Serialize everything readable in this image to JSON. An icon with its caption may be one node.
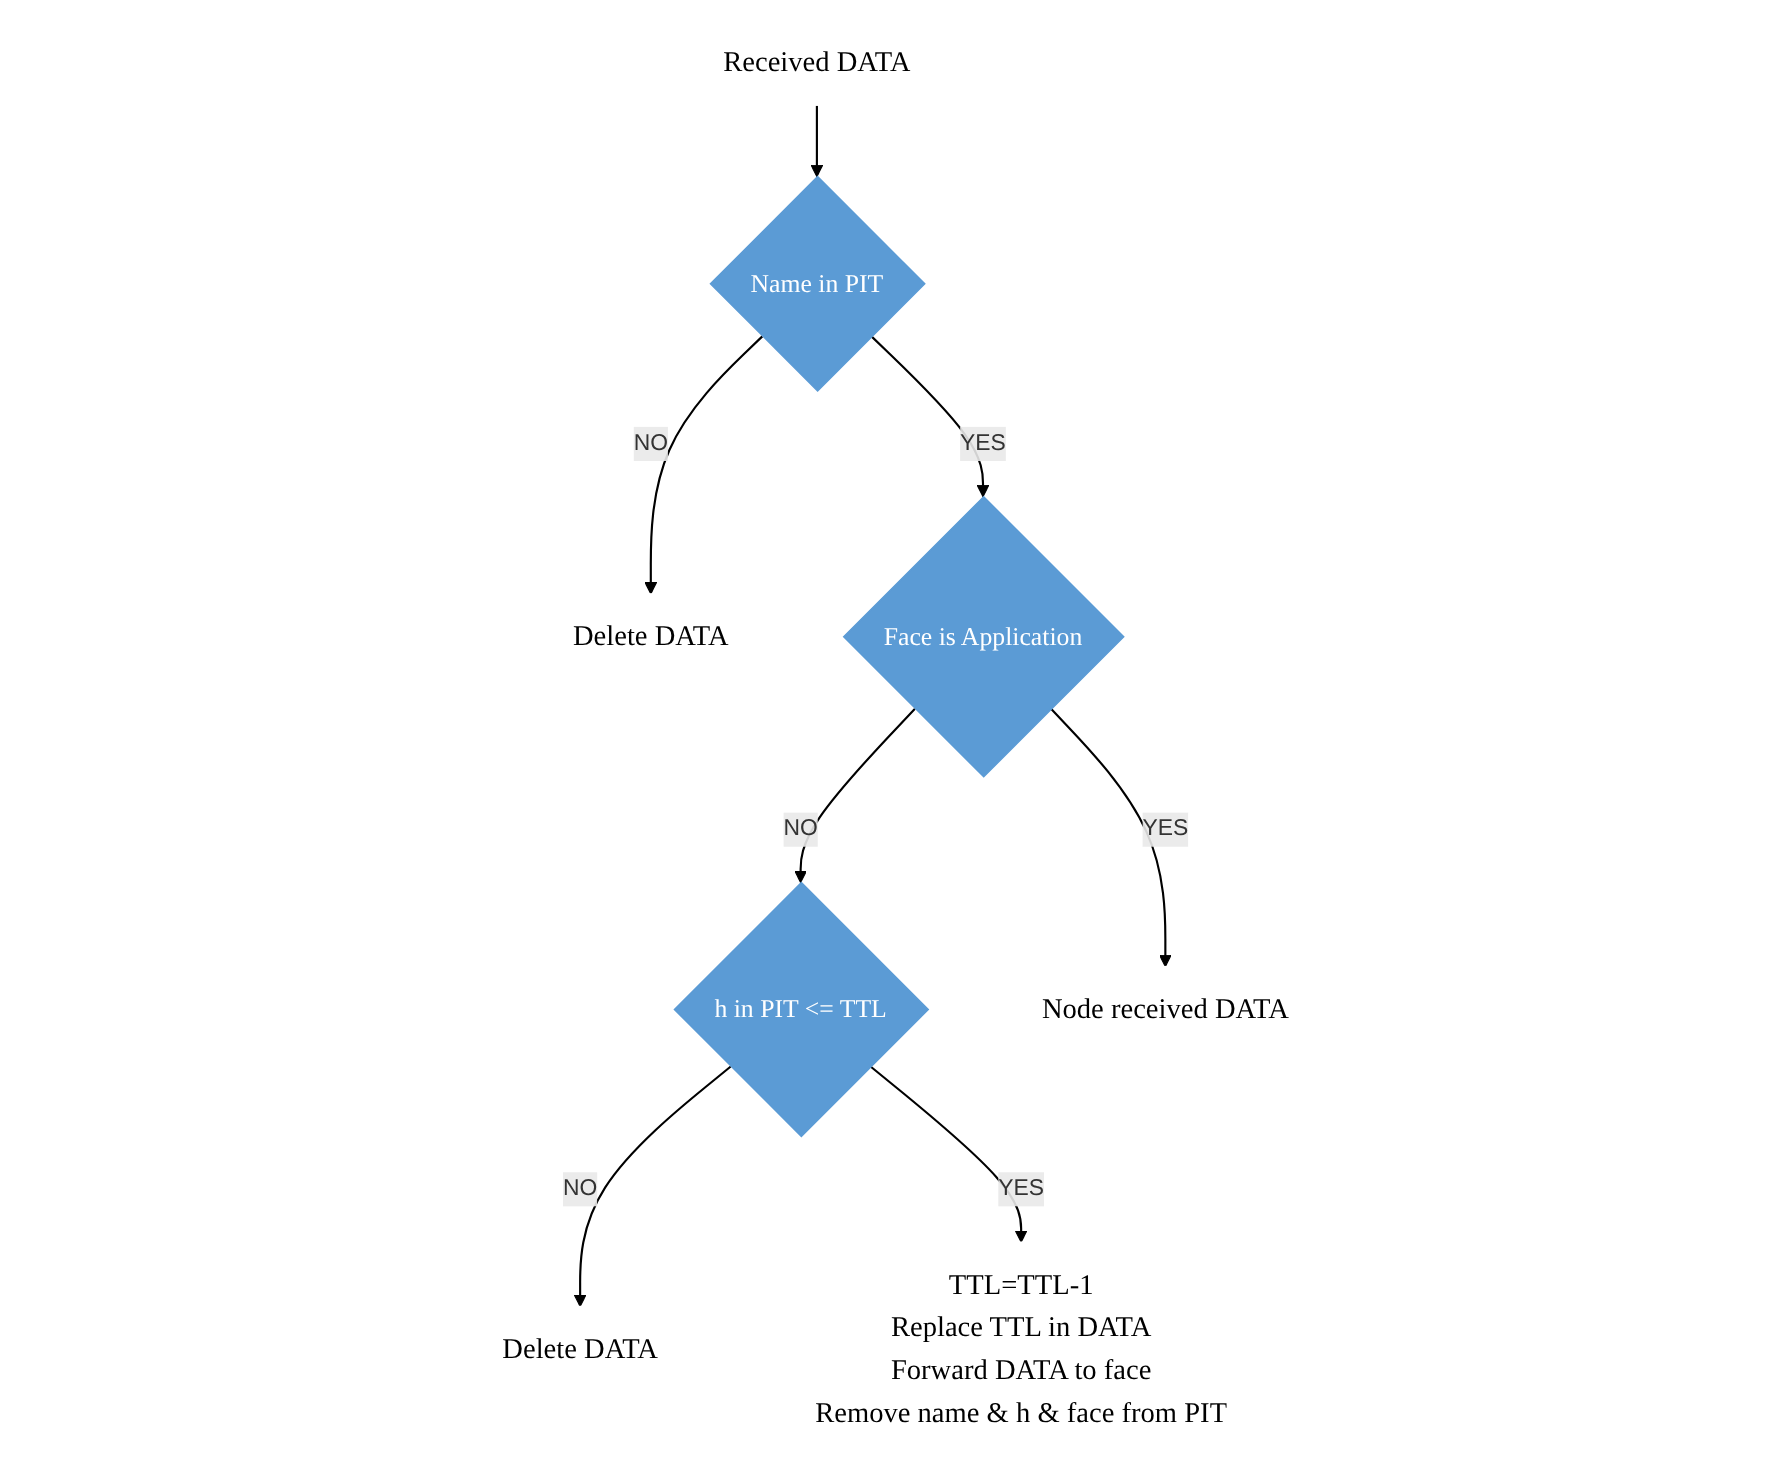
{
  "diagram": {
    "nodes": [
      {
        "text": [
          "Received DATA"
        ]
      },
      {
        "text": [
          "Name in PIT"
        ]
      },
      {
        "text": [
          "Delete DATA"
        ]
      },
      {
        "text": [
          "Face is Application"
        ]
      },
      {
        "text": [
          "h in PIT <= TTL"
        ]
      },
      {
        "text": [
          "Delete DATA"
        ]
      },
      {
        "text": [
          "Node received DATA"
        ]
      },
      {
        "text": [
          "TTL=TTL-1",
          "Replace TTL in DATA",
          "Forward DATA to face",
          "Remove name & h & face from PIT"
        ]
      }
    ],
    "edges": [
      {
        "from": 0,
        "to": 1,
        "arrow": "to"
      },
      {
        "from": 1,
        "to": 2,
        "arrow": "to",
        "label": "NO"
      },
      {
        "from": 1,
        "to": 3,
        "arrow": "to",
        "label": "YES"
      },
      {
        "from": 3,
        "to": 4,
        "arrow": "to",
        "label": "NO"
      },
      {
        "from": 4,
        "to": 5,
        "arrow": "to",
        "label": "NO"
      },
      {
        "from": 4,
        "to": 7,
        "arrow": "to",
        "label": "YES"
      },
      {
        "from": 3,
        "to": 6,
        "arrow": "to",
        "label": "YES"
      }
    ]
  }
}
